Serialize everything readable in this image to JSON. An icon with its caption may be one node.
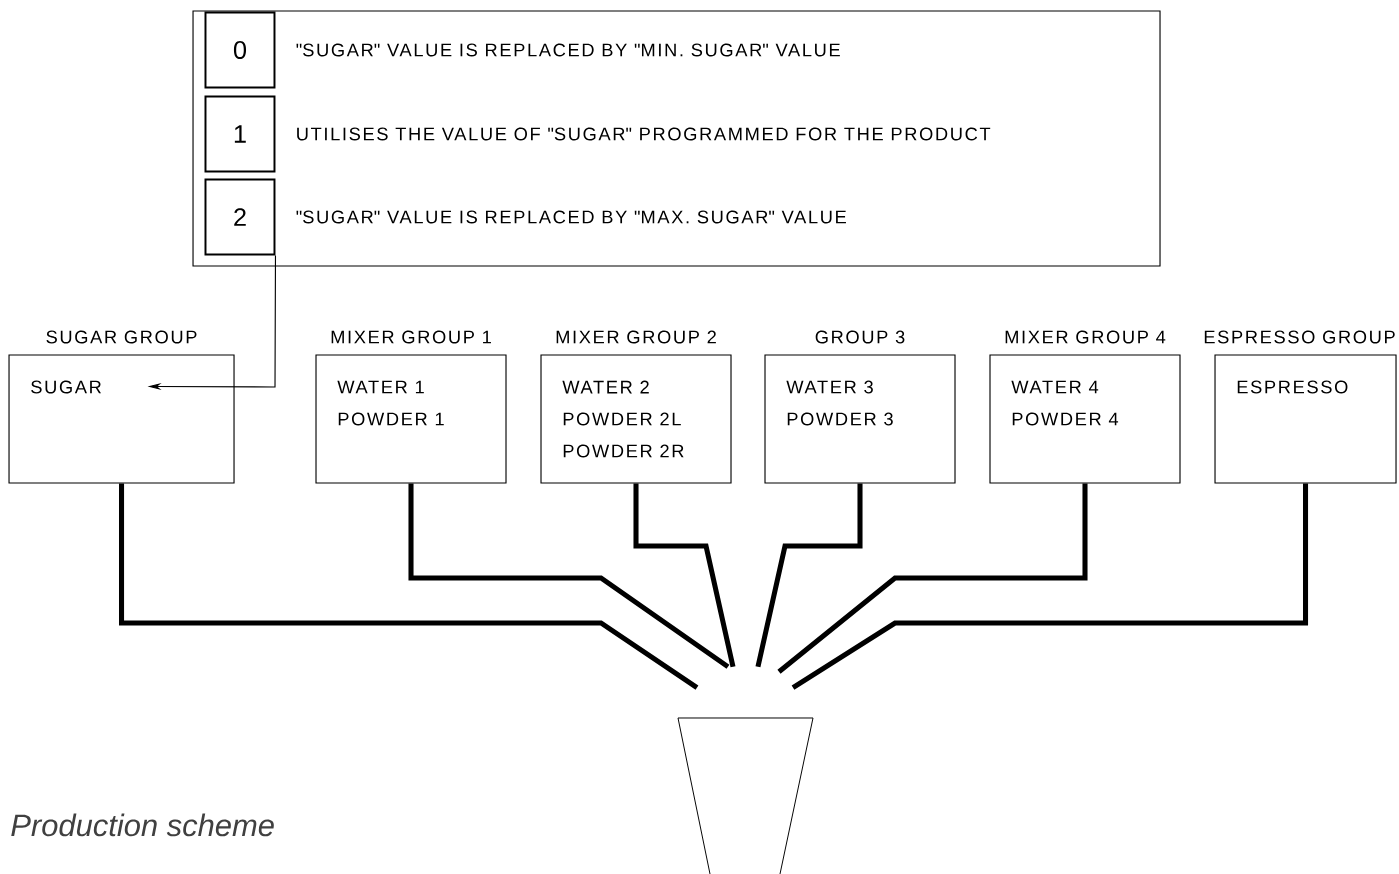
{
  "diagram": {
    "caption": "Production scheme",
    "nodes": [
      {
        "text": [],
        "shape": "box"
      },
      {
        "text": [
          "0"
        ],
        "beside": [
          "\"SUGAR\" VALUE IS REPLACED BY \"MIN. SUGAR\" VALUE"
        ],
        "in": 0
      },
      {
        "text": [
          "1"
        ],
        "beside": [
          "UTILISES THE VALUE OF \"SUGAR\" PROGRAMMED FOR THE PRODUCT"
        ],
        "in": 0
      },
      {
        "text": [
          "2"
        ],
        "beside": [
          "\"SUGAR\" VALUE IS REPLACED BY \"MAX. SUGAR\" VALUE"
        ],
        "in": 0
      },
      {
        "text": [
          "SUGAR GROUP",
          "SUGAR"
        ]
      },
      {
        "text": [
          "MIXER GROUP 1",
          "WATER 1",
          "POWDER 1"
        ]
      },
      {
        "text": [
          "MIXER GROUP 2",
          "WATER 2",
          "POWDER 2L",
          "POWDER 2R"
        ]
      },
      {
        "text": [
          "GROUP 3",
          "WATER 3",
          "POWDER 3"
        ]
      },
      {
        "text": [
          "MIXER GROUP 4",
          "WATER 4",
          "POWDER 4"
        ]
      },
      {
        "text": [
          "ESPRESSO GROUP",
          "ESPRESSO"
        ]
      },
      {
        "text": [],
        "shape": "cup"
      }
    ],
    "edges": [
      {
        "from": 3,
        "to": 4,
        "arrow": "to"
      },
      {
        "from": 4,
        "to": 10,
        "arrow": "none"
      },
      {
        "from": 5,
        "to": 10,
        "arrow": "none"
      },
      {
        "from": 6,
        "to": 10,
        "arrow": "none"
      },
      {
        "from": 7,
        "to": 10,
        "arrow": "none"
      },
      {
        "from": 8,
        "to": 10,
        "arrow": "none"
      },
      {
        "from": 9,
        "to": 10,
        "arrow": "none"
      }
    ]
  }
}
